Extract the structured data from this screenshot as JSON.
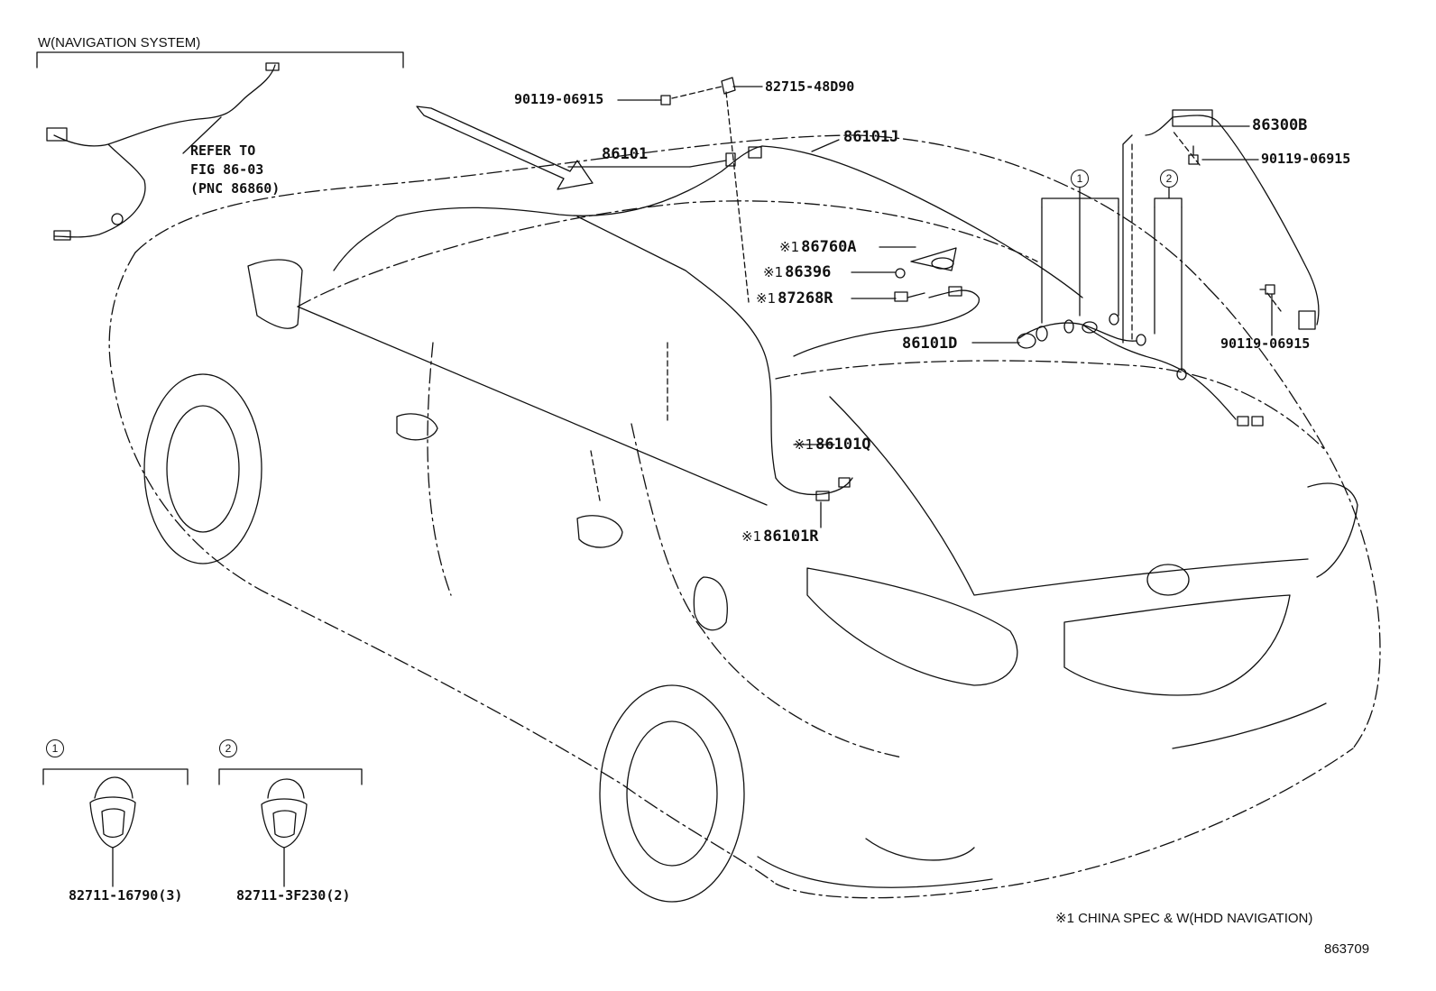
{
  "section": {
    "title": "W(NAVIGATION SYSTEM)"
  },
  "refer": {
    "line1": "REFER TO",
    "line2": "FIG 86-03",
    "line3": "(PNC 86860)"
  },
  "parts": {
    "bolt_top": "90119-06915",
    "bracket": "82715-48D90",
    "harness_roof": "86101",
    "harness_j": "86101J",
    "amp": "86300B",
    "bolt_amp": "90119-06915",
    "antenna": "86760A",
    "pad": "86396",
    "connector": "87268R",
    "harness_d": "86101D",
    "bolt_rear": "90119-06915",
    "harness_q": "86101Q",
    "harness_r": "86101R",
    "clamp1": "82711-16790(3)",
    "clamp2": "82711-3F230(2)"
  },
  "callouts": {
    "one": "1",
    "two": "2"
  },
  "marks": {
    "spec": "※1"
  },
  "footer": {
    "note": "※1 CHINA SPEC & W(HDD NAVIGATION)",
    "fig_no": "863709"
  }
}
